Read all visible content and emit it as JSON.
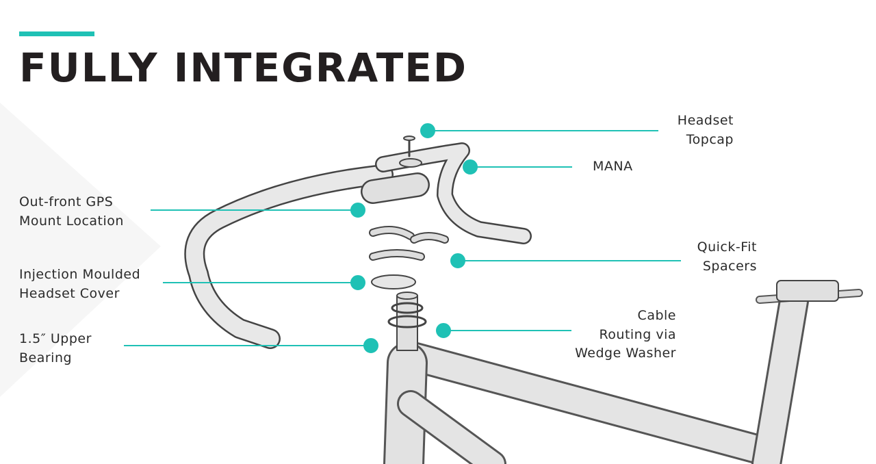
{
  "title": "FULLY INTEGRATED",
  "colors": {
    "accent": "#1fc1b5",
    "text": "#231f20"
  },
  "callouts": {
    "headset_topcap": [
      "Headset",
      "Topcap"
    ],
    "mana": [
      "MANA"
    ],
    "gps_mount": [
      "Out-front GPS",
      "Mount Location"
    ],
    "spacers": [
      "Quick-Fit",
      "Spacers"
    ],
    "headset_cover": [
      "Injection Moulded",
      "Headset Cover"
    ],
    "cable_routing": [
      "Cable",
      "Routing via",
      "Wedge Washer"
    ],
    "upper_bearing": [
      "1.5″ Upper",
      "Bearing"
    ]
  }
}
